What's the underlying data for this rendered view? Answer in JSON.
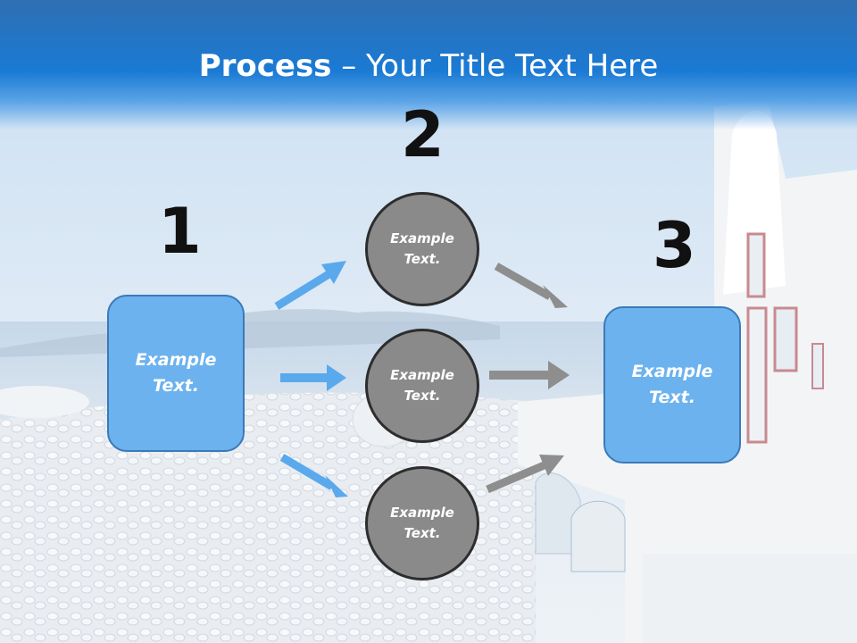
{
  "title": {
    "bold": "Process",
    "rest": " – Your Title Text Here"
  },
  "steps": {
    "one": {
      "number": "1",
      "text": "Example Text."
    },
    "two": {
      "number": "2"
    },
    "three": {
      "number": "3",
      "text": "Example Text."
    }
  },
  "circles": [
    {
      "text": "Example Text."
    },
    {
      "text": "Example Text."
    },
    {
      "text": "Example Text."
    }
  ],
  "colors": {
    "title_band": "#1a7ad4",
    "box_fill": "#6cb2ee",
    "circle_fill": "#8a8a8a",
    "blue_arrow": "#5aa9ec",
    "gray_arrow": "#8e8e8e"
  }
}
